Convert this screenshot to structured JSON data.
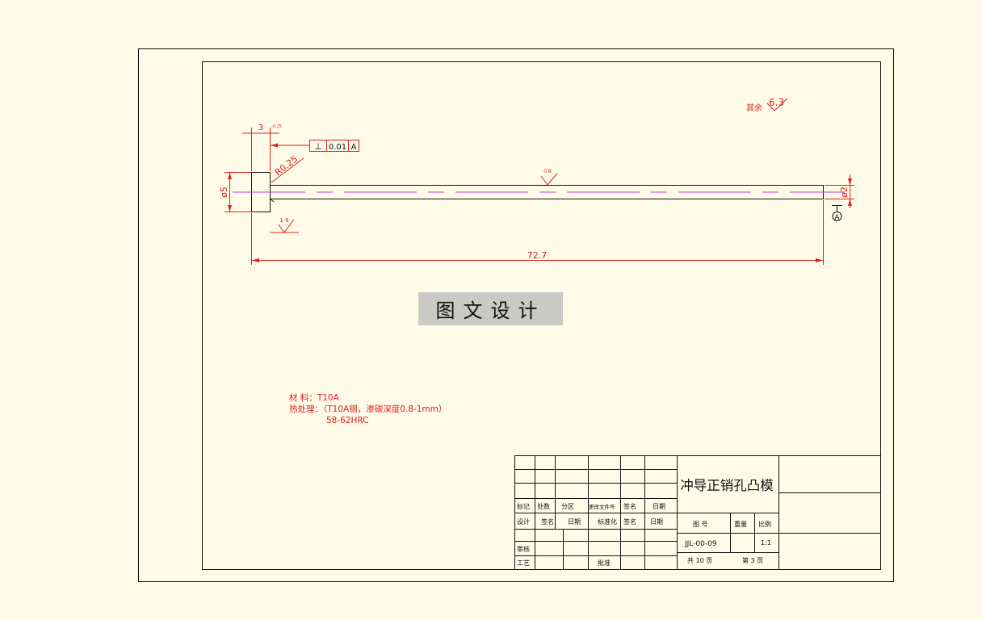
{
  "drawing": {
    "surface_finish_general": {
      "label": "其余",
      "value": "6.3"
    },
    "dimensions": {
      "head_thickness": "3",
      "head_tolerance": "-0.25",
      "fillet": "R0.25",
      "head_diameter": "ø5",
      "shaft_diameter": "ø2",
      "total_length": "72.7",
      "roughness_shaft": "0.8",
      "roughness_head": "1.6"
    },
    "tolerance_frame": {
      "symbol": "⊥",
      "value": "0.01",
      "datum": "A"
    },
    "datum_label": "A"
  },
  "watermark": "图文设计",
  "notes": {
    "material": "材  料：T10A",
    "heat_treatment": "热处理：（T10A钢，渗碳深度0.8-1mm）",
    "hardness": "58-62HRC"
  },
  "title_block": {
    "title": "冲导正销孔凸模",
    "row_labels": {
      "mark": "标记",
      "count": "处数",
      "zone": "分区",
      "change_doc": "更改文件号",
      "sign": "签名",
      "date": "日期",
      "design": "设计",
      "sign2": "签名",
      "date2": "日期",
      "standard": "标准化",
      "sign3": "签名",
      "date3": "日期",
      "review": "审核",
      "process": "工艺",
      "approve": "批准"
    },
    "drawing_no_label": "图  号",
    "weight_label": "重量",
    "scale_label": "比例",
    "drawing_no": "JJL-00-09",
    "scale": "1:1",
    "total_pages": "共 10 页",
    "page": "第 3 页"
  }
}
